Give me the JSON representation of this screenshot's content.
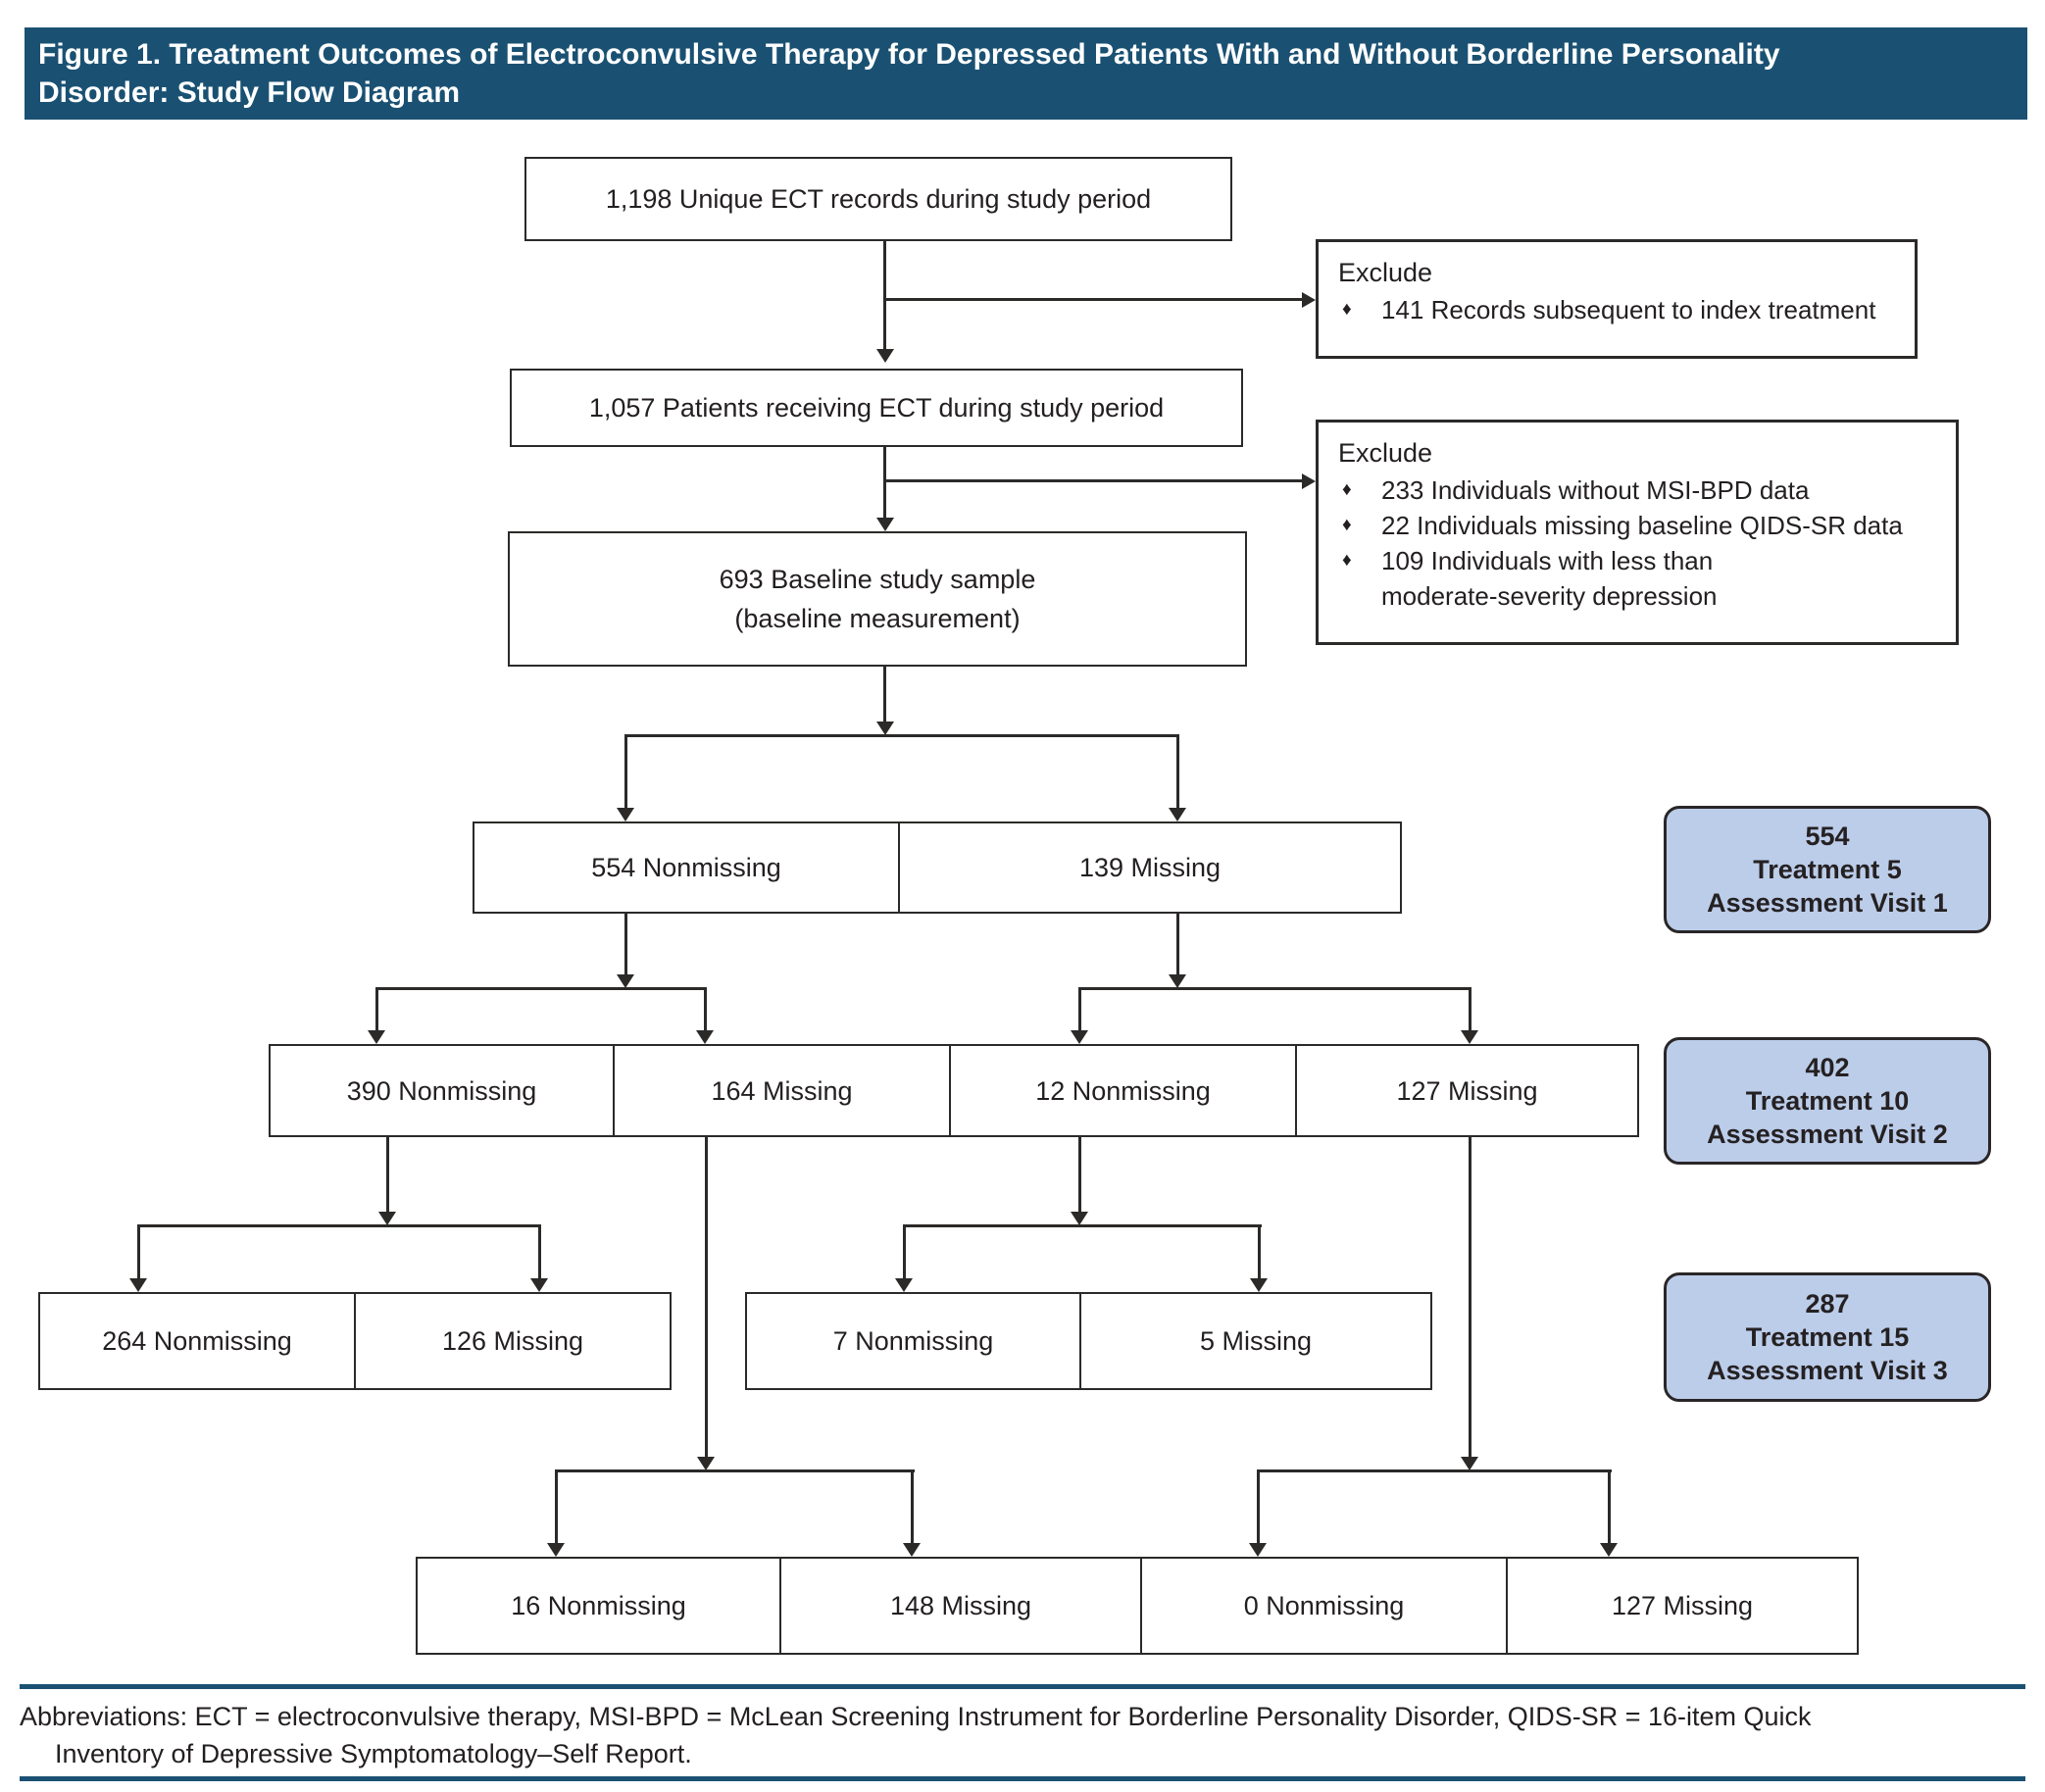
{
  "figure": {
    "title_line1": "Figure 1. Treatment Outcomes of Electroconvulsive Therapy for Depressed Patients With and Without Borderline Personality",
    "title_line2": "Disorder: Study Flow Diagram"
  },
  "colors": {
    "title_bar": "#1a5173",
    "footer_rule": "#1a5173",
    "box_border": "#2b2a29",
    "milestone_fill": "#bccdea",
    "text": "#231f20"
  },
  "boxes": {
    "records": "1,198 Unique ECT records during study period",
    "patients": "1,057 Patients receiving ECT during study period",
    "baseline_line1": "693 Baseline study sample",
    "baseline_line2": "(baseline measurement)"
  },
  "excludes": [
    {
      "heading": "Exclude",
      "bullet": "♦",
      "items": [
        "141 Records subsequent to index treatment"
      ]
    },
    {
      "heading": "Exclude",
      "bullet": "♦",
      "items": [
        "233 Individuals without MSI-BPD data",
        "22 Individuals missing baseline QIDS-SR data",
        "109 Individuals with less than\nmoderate-severity depression"
      ]
    }
  ],
  "visit_rows": {
    "row1": [
      "554 Nonmissing",
      "139 Missing"
    ],
    "row2": [
      "390 Nonmissing",
      "164 Missing",
      "12 Nonmissing",
      "127 Missing"
    ],
    "row3_left": [
      "264 Nonmissing",
      "126 Missing"
    ],
    "row3_right": [
      "7 Nonmissing",
      "5 Missing"
    ],
    "row4": [
      "16 Nonmissing",
      "148 Missing",
      "0 Nonmissing",
      "127 Missing"
    ]
  },
  "milestones": [
    {
      "count": "554",
      "treatment": "Treatment 5",
      "visit": "Assessment Visit 1"
    },
    {
      "count": "402",
      "treatment": "Treatment 10",
      "visit": "Assessment Visit 2"
    },
    {
      "count": "287",
      "treatment": "Treatment 15",
      "visit": "Assessment Visit 3"
    }
  ],
  "footer": {
    "line1": "Abbreviations: ECT = electroconvulsive therapy, MSI-BPD = McLean Screening Instrument for Borderline Personality Disorder, QIDS-SR = 16-item Quick",
    "line2": "Inventory of Depressive Symptomatology–Self Report."
  }
}
